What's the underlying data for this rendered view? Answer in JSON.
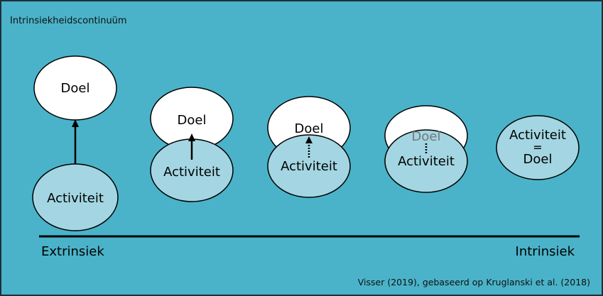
{
  "title": "Intrinsiekheidscontinuüm",
  "stages": [
    {
      "goal": "Doel",
      "activity": "Activiteit"
    },
    {
      "goal": "Doel",
      "activity": "Activiteit"
    },
    {
      "goal": "Doel",
      "activity": "Activiteit"
    },
    {
      "goal": "Doel",
      "activity": "Activiteit"
    },
    {
      "merged_line1": "Activiteit",
      "merged_line2": "=",
      "merged_line3": "Doel"
    }
  ],
  "axis": {
    "left_label": "Extrinsiek",
    "right_label": "Intrinsiek"
  },
  "credit": "Visser (2019), gebaseerd op Kruglanski et al. (2018)",
  "colors": {
    "background": "#4ab3c9",
    "activity_fill": "#a3d6e2",
    "goal_fill": "#ffffff",
    "stroke": "#000000",
    "faded_text": "#777777"
  }
}
